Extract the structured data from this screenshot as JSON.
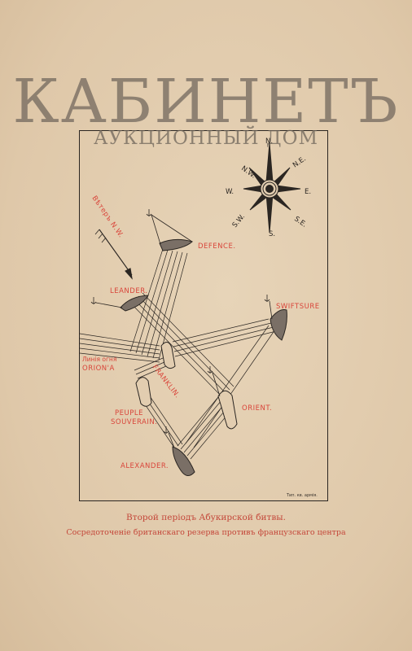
{
  "watermark": {
    "title": "КАБИНЕТЪ",
    "subtitle": "АУКЦИОННЫЙ ДОМ"
  },
  "compass": {
    "n": "N.",
    "ne": "N.E.",
    "e": "E.",
    "se": "S.E.",
    "s": "S.",
    "sw": "S.W.",
    "w": "W.",
    "nw": "N.W."
  },
  "wind_label": "Вѣтеръ N.W.",
  "ships": {
    "defence": "DEFENCE.",
    "leander": "LEANDER.",
    "swiftsure": "SWIFTSURE",
    "franklin": "FRANKLIN.",
    "orient": "ORIENT.",
    "orion_line": "Линія огня",
    "orion": "ORION'A",
    "peuple_1": "PEUPLE",
    "peuple_2": "SOUVERAIN.",
    "alexander": "ALEXANDER."
  },
  "printer_mark": "Тип. кв. армія.",
  "caption": {
    "line1": "Второй періодъ Абукирской битвы.",
    "line2": "Сосредоточеніе британскаго резерва противъ французскаго центра"
  },
  "colors": {
    "label_red": "#d9453a",
    "ink": "#2b2622",
    "paper": "#e2cdb0",
    "watermark": "#6e645a"
  }
}
